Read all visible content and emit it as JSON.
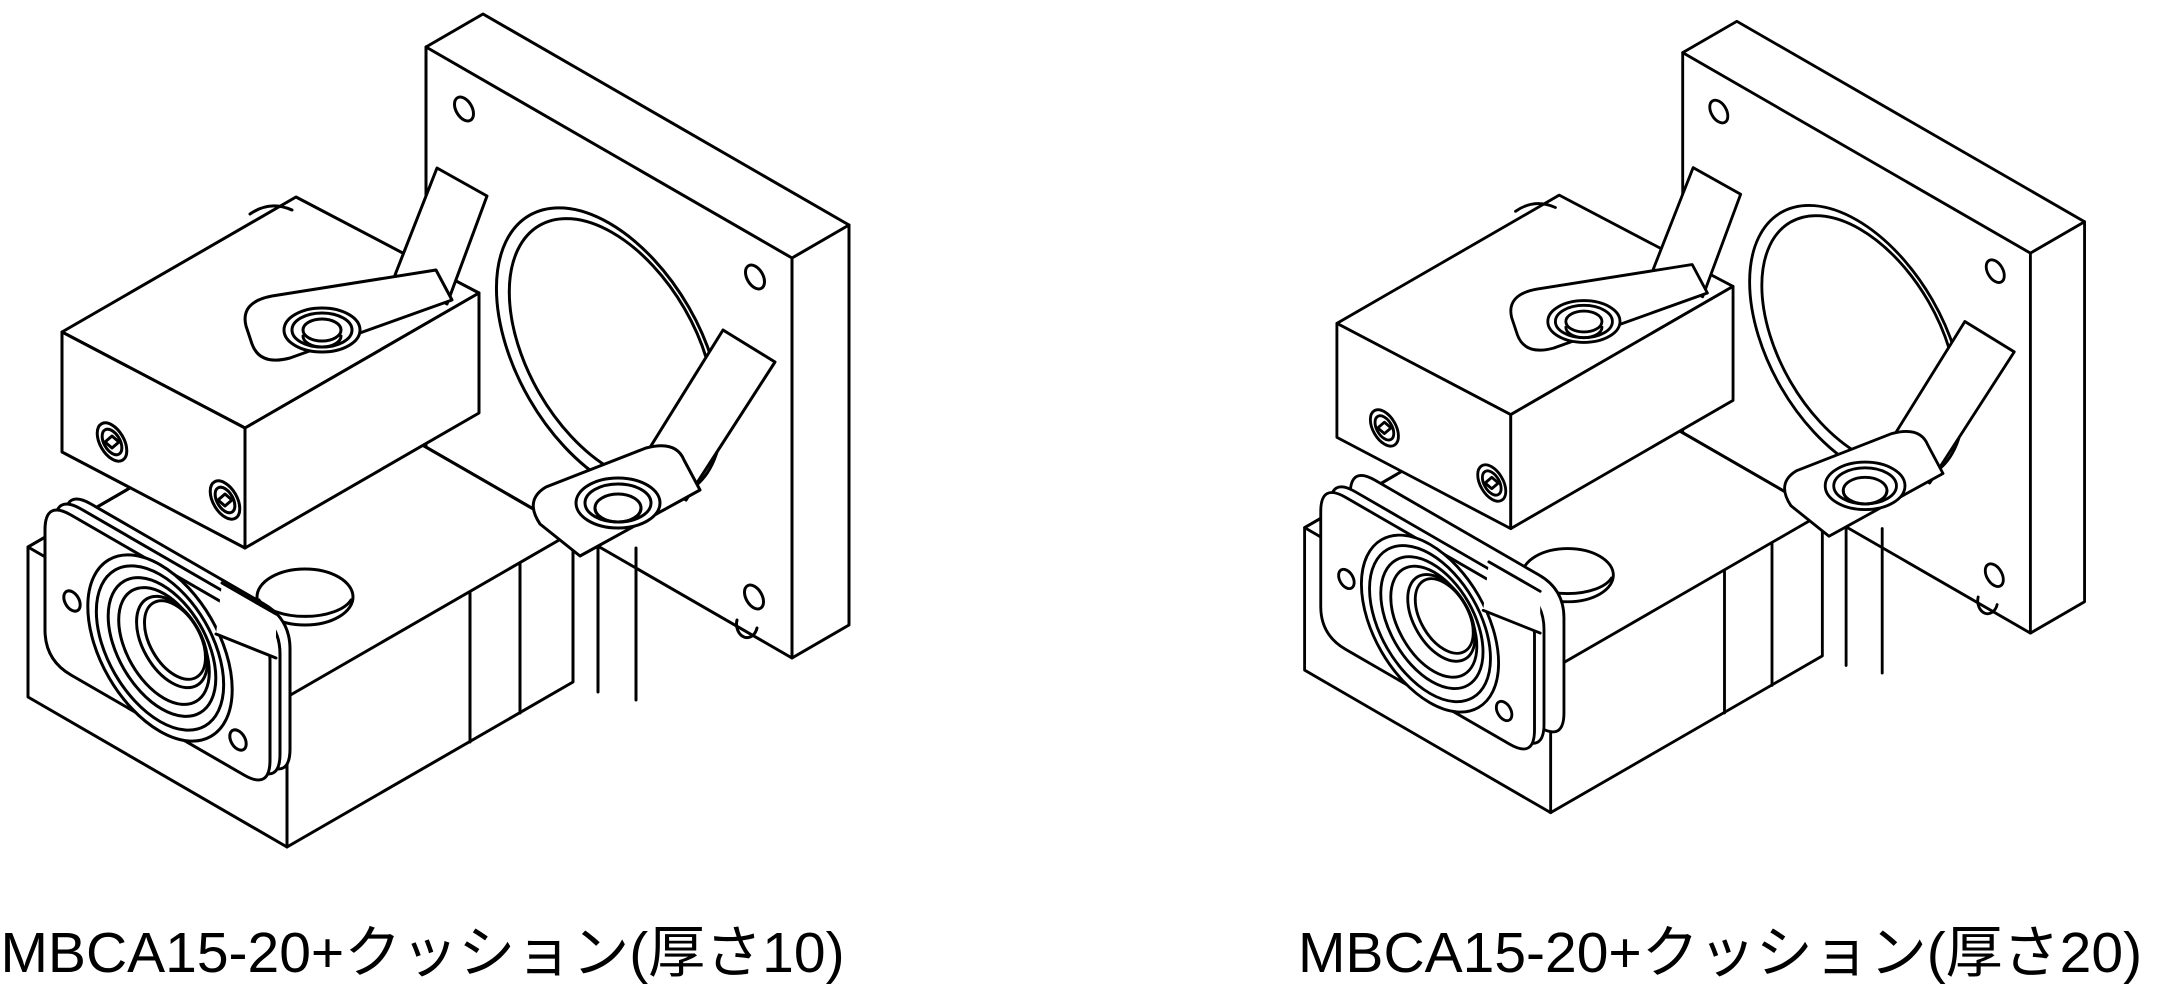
{
  "page": {
    "background": "#ffffff",
    "stroke_color": "#000000"
  },
  "figures": [
    {
      "id": "left",
      "caption": "MBCA15-20+クッション(厚さ10)",
      "part_number": "MBCA15-20",
      "accessory": "クッション",
      "thickness_label": "厚さ",
      "thickness_value": "10"
    },
    {
      "id": "right",
      "caption": "MBCA15-20+クッション(厚さ20)",
      "part_number": "MBCA15-20",
      "accessory": "クッション",
      "thickness_label": "厚さ",
      "thickness_value": "20"
    }
  ]
}
